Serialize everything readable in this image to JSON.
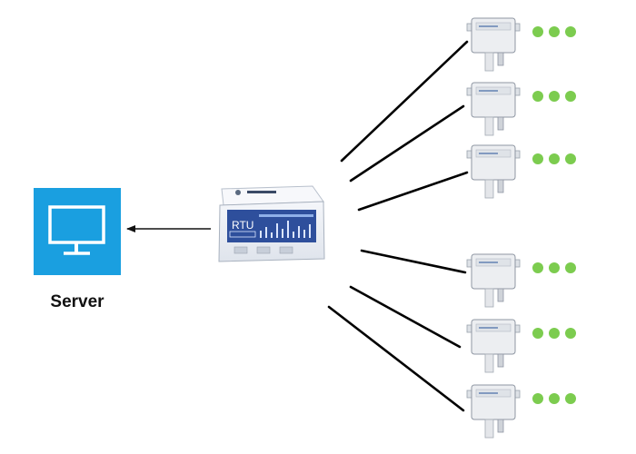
{
  "server": {
    "label": "Server",
    "icon": "monitor-icon",
    "tile_color": "#1a9fe0"
  },
  "gateway": {
    "label": "RTU",
    "icon": "rtu-gateway-icon",
    "body_color": "#e9edf4",
    "panel_color": "#2e4f9c"
  },
  "sensors": {
    "icon": "wall-sensor-icon",
    "count": 6,
    "continuation_dots_color": "#7ccc4f"
  },
  "links": {
    "line_color": "#000000"
  }
}
